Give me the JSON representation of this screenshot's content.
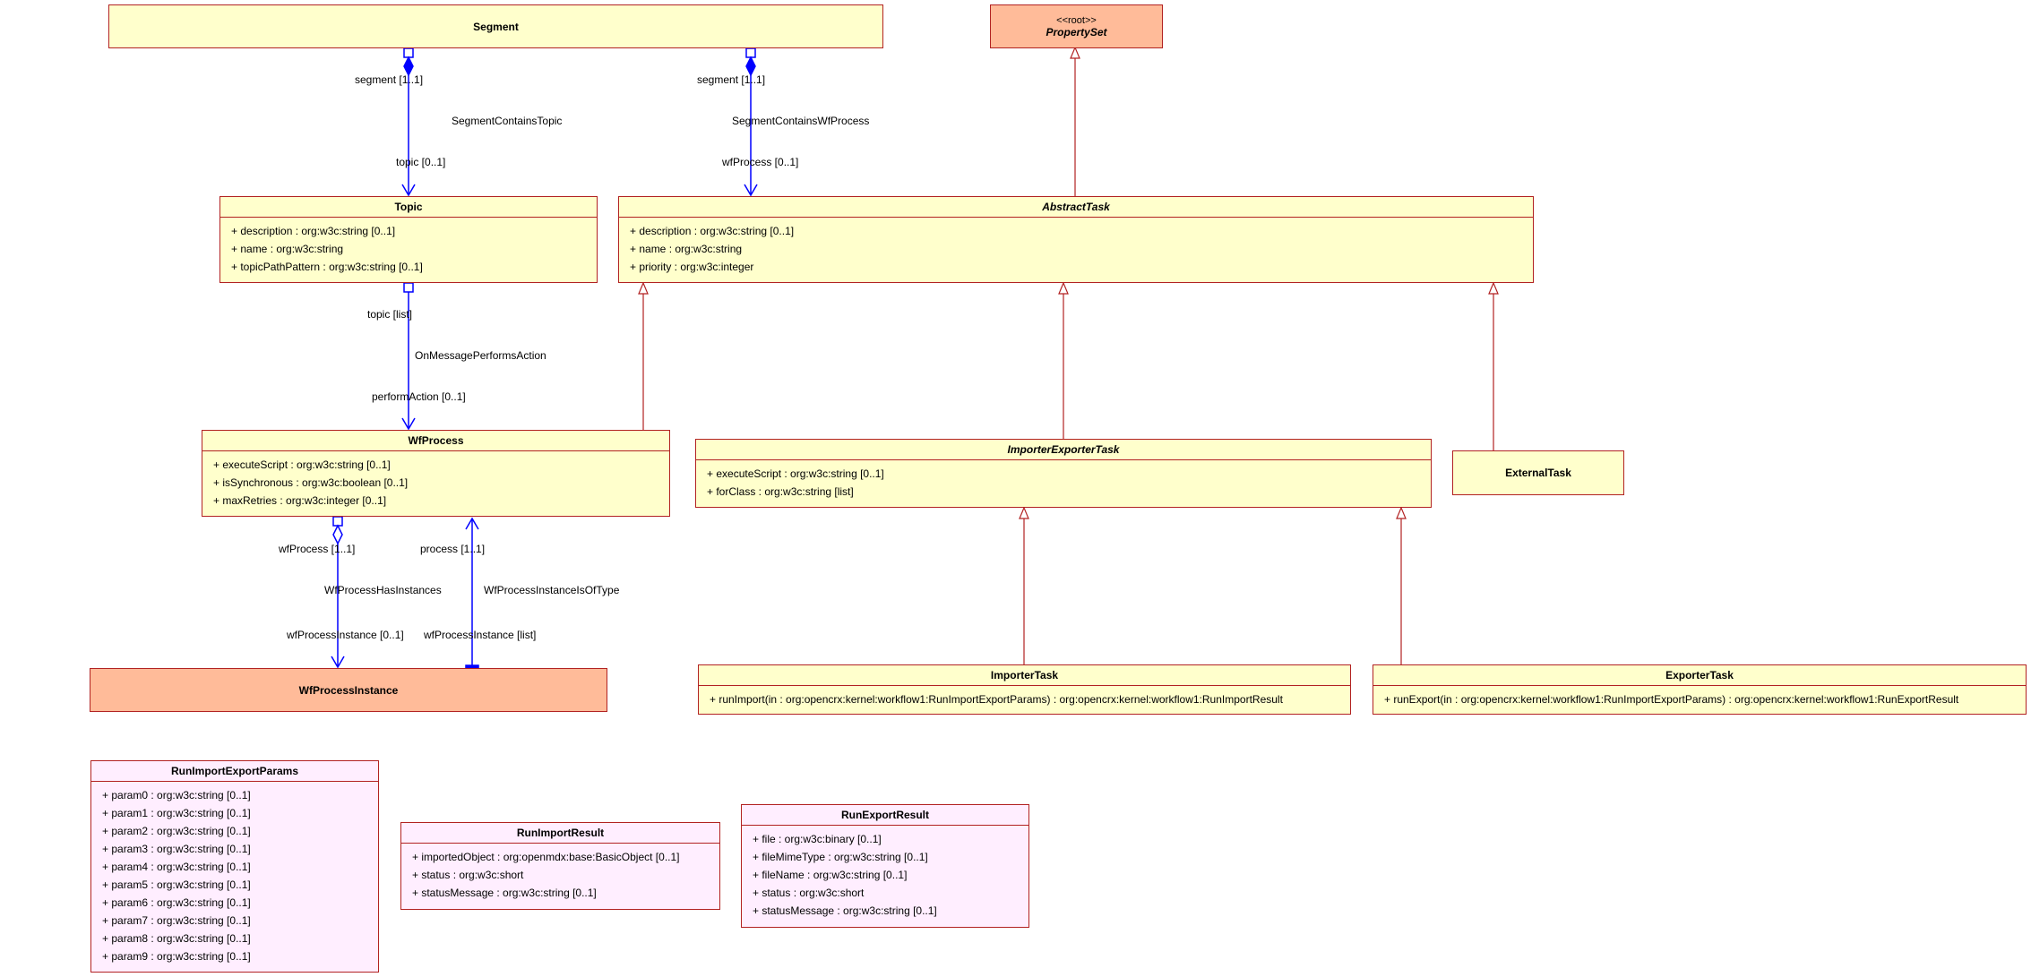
{
  "classes": {
    "segment": {
      "name": "Segment"
    },
    "property_set": {
      "stereotype": "<<root>>",
      "name": "PropertySet"
    },
    "topic": {
      "name": "Topic",
      "attributes": [
        "+ description : org:w3c:string [0..1]",
        "+ name : org:w3c:string",
        "+ topicPathPattern : org:w3c:string [0..1]"
      ]
    },
    "abstract_task": {
      "name": "AbstractTask",
      "attributes": [
        "+ description : org:w3c:string [0..1]",
        "+ name : org:w3c:string",
        "+ priority : org:w3c:integer"
      ]
    },
    "wf_process": {
      "name": "WfProcess",
      "attributes": [
        "+ executeScript : org:w3c:string [0..1]",
        "+ isSynchronous : org:w3c:boolean [0..1]",
        "+ maxRetries : org:w3c:integer [0..1]"
      ]
    },
    "importer_exporter_task": {
      "name": "ImporterExporterTask",
      "attributes": [
        "+ executeScript : org:w3c:string [0..1]",
        "+ forClass : org:w3c:string [list]"
      ]
    },
    "external_task": {
      "name": "ExternalTask"
    },
    "wf_process_instance": {
      "name": "WfProcessInstance"
    },
    "importer_task": {
      "name": "ImporterTask",
      "attributes": [
        "+ runImport(in : org:opencrx:kernel:workflow1:RunImportExportParams) : org:opencrx:kernel:workflow1:RunImportResult"
      ]
    },
    "exporter_task": {
      "name": "ExporterTask",
      "attributes": [
        "+ runExport(in : org:opencrx:kernel:workflow1:RunImportExportParams) : org:opencrx:kernel:workflow1:RunExportResult"
      ]
    },
    "run_import_export_params": {
      "name": "RunImportExportParams",
      "attributes": [
        "+ param0 : org:w3c:string [0..1]",
        "+ param1 : org:w3c:string [0..1]",
        "+ param2 : org:w3c:string [0..1]",
        "+ param3 : org:w3c:string [0..1]",
        "+ param4 : org:w3c:string [0..1]",
        "+ param5 : org:w3c:string [0..1]",
        "+ param6 : org:w3c:string [0..1]",
        "+ param7 : org:w3c:string [0..1]",
        "+ param8 : org:w3c:string [0..1]",
        "+ param9 : org:w3c:string [0..1]"
      ]
    },
    "run_import_result": {
      "name": "RunImportResult",
      "attributes": [
        "+ importedObject : org:openmdx:base:BasicObject [0..1]",
        "+ status : org:w3c:short",
        "+ statusMessage : org:w3c:string [0..1]"
      ]
    },
    "run_export_result": {
      "name": "RunExportResult",
      "attributes": [
        "+ file : org:w3c:binary [0..1]",
        "+ fileMimeType : org:w3c:string [0..1]",
        "+ fileName : org:w3c:string [0..1]",
        "+ status : org:w3c:short",
        "+ statusMessage : org:w3c:string [0..1]"
      ]
    }
  },
  "associations": {
    "segment_contains_topic": {
      "name": "SegmentContainsTopic",
      "source_end": "segment [1..1]",
      "target_end": "topic [0..1]"
    },
    "segment_contains_wfprocess": {
      "name": "SegmentContainsWfProcess",
      "source_end": "segment [1..1]",
      "target_end": "wfProcess [0..1]"
    },
    "on_message_performs_action": {
      "name": "OnMessagePerformsAction",
      "source_end": "topic [list]",
      "target_end": "performAction [0..1]"
    },
    "wfprocess_has_instances": {
      "name": "WfProcessHasInstances",
      "source_end": "wfProcess [1..1]",
      "target_end": "wfProcessInstance [0..1]"
    },
    "wfprocess_instance_is_of_type": {
      "name": "WfProcessInstanceIsOfType",
      "source_end": "process [1..1]",
      "target_end": "wfProcessInstance [list]"
    }
  },
  "colors": {
    "class_fill": "#ffffcc",
    "root_class_fill": "#ffbb99",
    "struct_fill": "#ffeeff",
    "class_border": "#b22222",
    "association_line": "#0000ff",
    "generalization_line": "#b22222"
  }
}
